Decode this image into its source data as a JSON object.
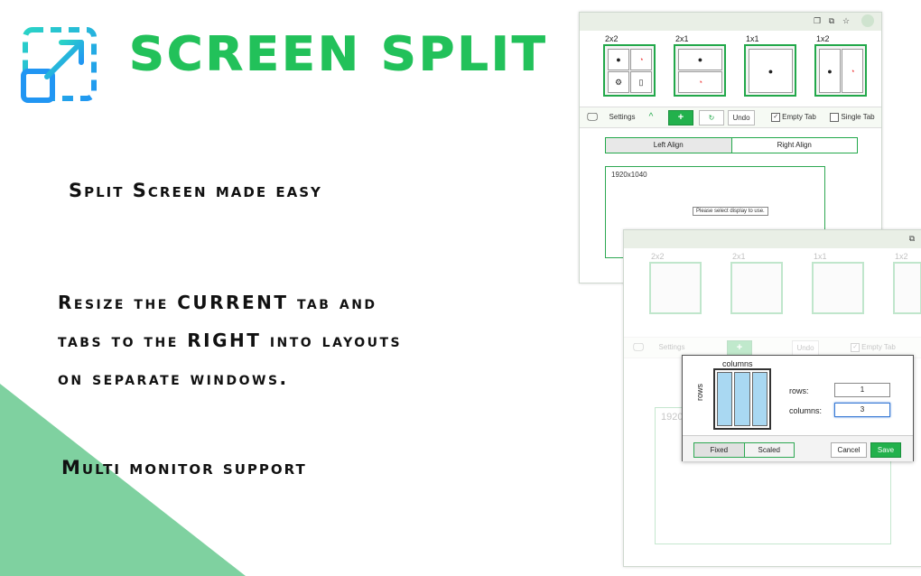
{
  "brand": {
    "title": "SCREEN SPLIT",
    "color": "#22c15a"
  },
  "marketing": {
    "tagline": "Split Screen made easy",
    "desc_lines": [
      "Resize the CURRENT tab and",
      "tabs to the RIGHT into layouts",
      "on separate windows."
    ],
    "multi": "Multi monitor support"
  },
  "panel": {
    "layouts": [
      {
        "label": "2x2"
      },
      {
        "label": "2x1"
      },
      {
        "label": "1x1"
      },
      {
        "label": "1x2"
      }
    ],
    "toolbar": {
      "settings": "Settings",
      "add": "+",
      "undo": "Undo",
      "empty_tab": "Empty Tab",
      "single_tab": "Single Tab"
    },
    "align": {
      "left": "Left Align",
      "right": "Right Align"
    },
    "display": {
      "resolution": "1920x1040",
      "message": "Please select display to use."
    }
  },
  "dialog": {
    "columns_title": "columns",
    "rows_title": "rows",
    "rows_label": "rows:",
    "rows_value": "1",
    "columns_label": "columns:",
    "columns_value": "3",
    "fixed": "Fixed",
    "scaled": "Scaled",
    "cancel": "Cancel",
    "save": "Save"
  },
  "panel2": {
    "resolution_partial": "1920",
    "settings": "Settings",
    "undo": "Undo",
    "empty_tab": "Empty Tab"
  },
  "colors": {
    "accent": "#22b14c",
    "triangle": "#6fcf97",
    "logo_cyan": "#20c7d9",
    "logo_blue": "#2196f3"
  }
}
